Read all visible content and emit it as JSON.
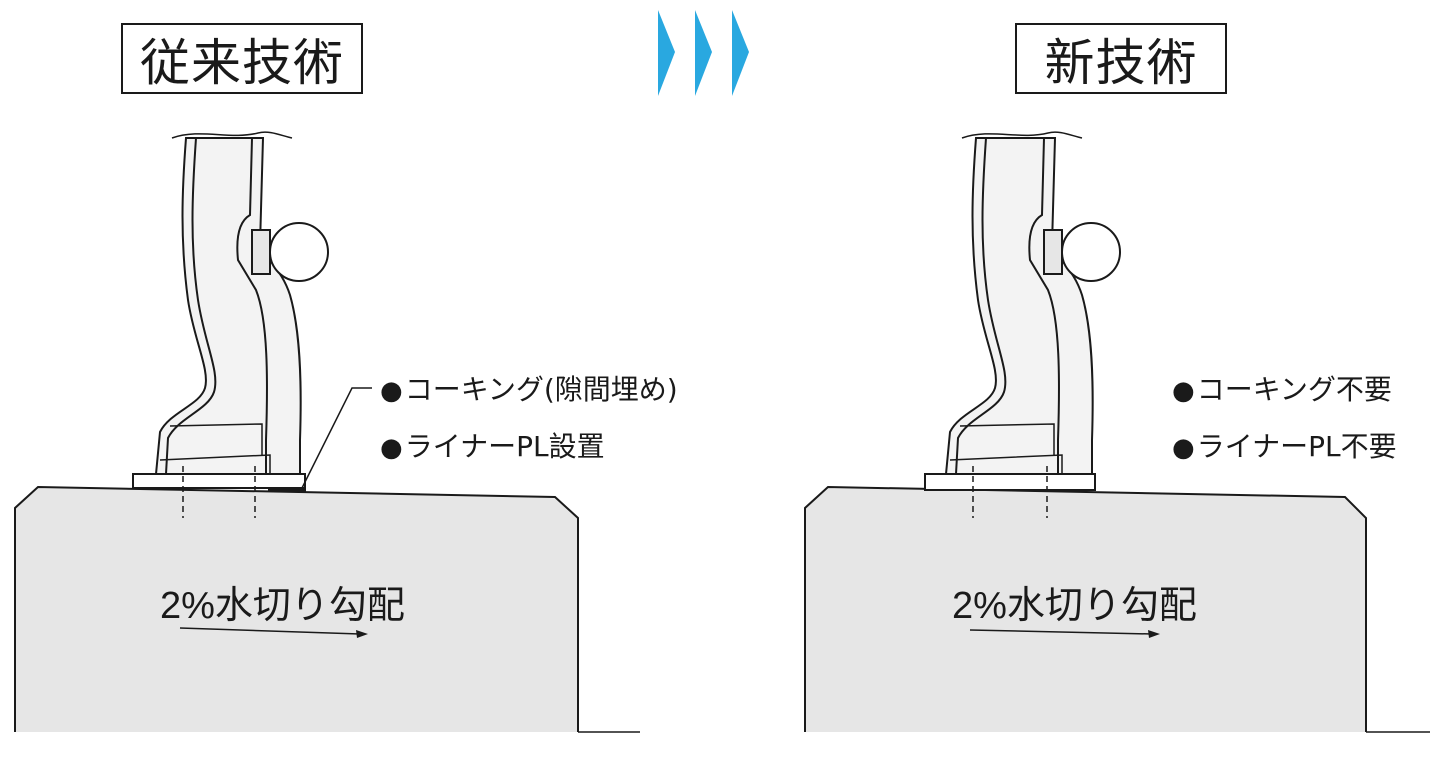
{
  "left_panel": {
    "title": "従来技術",
    "notes": [
      {
        "bullet": "●",
        "text": "コーキング(隙間埋め)"
      },
      {
        "bullet": "●",
        "text": "ライナーPL設置"
      }
    ],
    "slope_label": "2%水切り勾配"
  },
  "right_panel": {
    "title": "新技術",
    "notes": [
      {
        "bullet": "●",
        "text": "コーキング不要"
      },
      {
        "bullet": "●",
        "text": "ライナーPL不要"
      }
    ],
    "slope_label": "2%水切り勾配"
  },
  "colors": {
    "arrow_accent": "#29a8e0",
    "concrete_fill": "#e6e6e6",
    "post_fill": "#e8e8e8",
    "line": "#1a1a1a"
  }
}
